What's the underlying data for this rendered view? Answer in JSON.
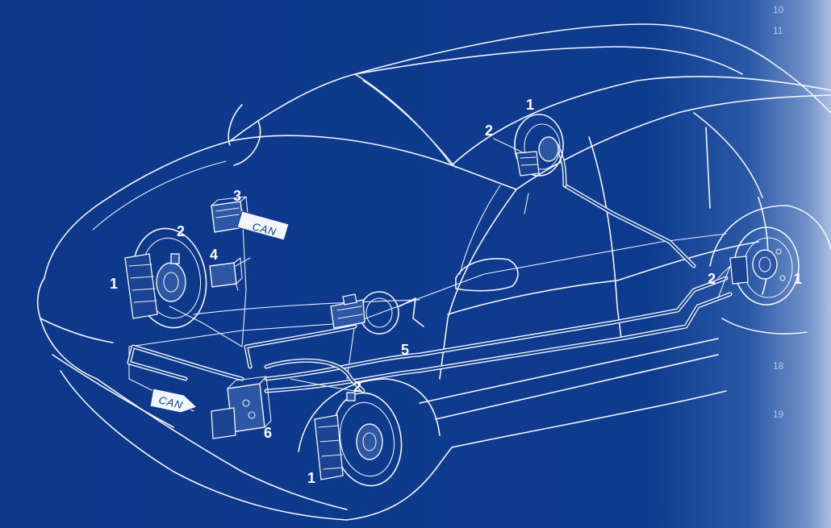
{
  "labels": {
    "wheel_front_left": "1",
    "wheel_rear_left": "1",
    "wheel_front_right": "1",
    "wheel_rear_right": "1",
    "sensor_front_left": "2",
    "sensor_rear_left": "2",
    "sensor_front_right": "2",
    "sensor_rear_right": "2",
    "control_unit": "3",
    "yaw_sensor": "4",
    "brake_booster": "5",
    "hydraulic_unit": "6"
  },
  "can_bus": {
    "upper": "CAN",
    "lower": "CAN"
  },
  "colors": {
    "background": "#0f3b8e",
    "lines": "#f2f6ff",
    "fade_right": "#a9bde0"
  }
}
